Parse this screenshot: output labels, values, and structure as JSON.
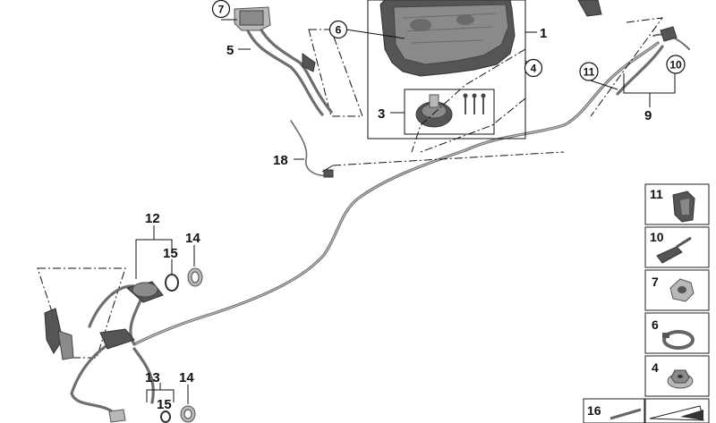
{
  "callouts": {
    "n1": "1",
    "n3": "3",
    "n4": "4",
    "n5": "5",
    "n6": "6",
    "n7": "7",
    "n9": "9",
    "n10": "10",
    "n11": "11",
    "n12": "12",
    "n13": "13",
    "n14a": "14",
    "n14b": "14",
    "n15a": "15",
    "n15b": "15",
    "n18": "18"
  },
  "legend": {
    "items": [
      {
        "label": "11"
      },
      {
        "label": "10"
      },
      {
        "label": "7"
      },
      {
        "label": "6"
      },
      {
        "label": "4"
      },
      {
        "label": "16"
      }
    ]
  }
}
